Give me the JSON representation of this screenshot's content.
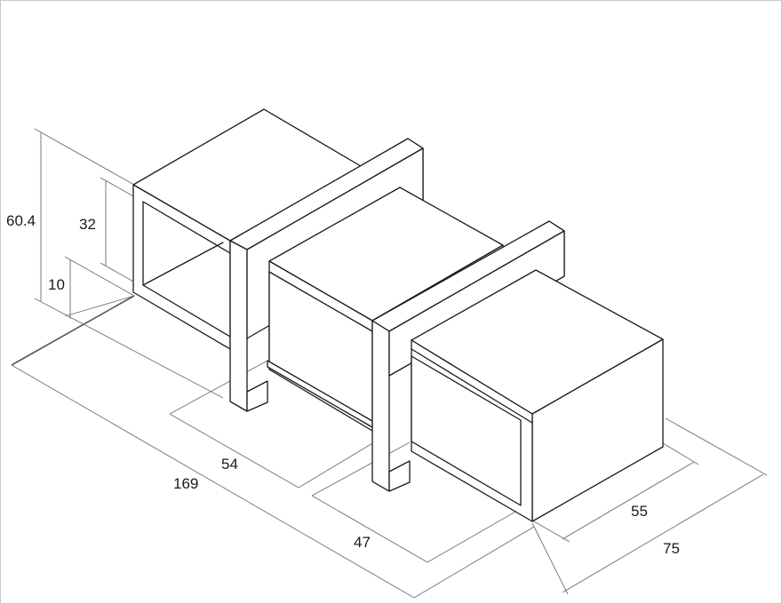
{
  "dimensions": {
    "overall_height": "60.4",
    "opening_height": "32",
    "base_height": "10",
    "overall_length": "169",
    "module_length_1": "54",
    "module_length_2": "47",
    "inner_depth": "55",
    "overall_depth": "75"
  },
  "colors": {
    "line": "#1a1a1a",
    "dimension_line": "#6f6f6f",
    "background": "#ffffff"
  }
}
